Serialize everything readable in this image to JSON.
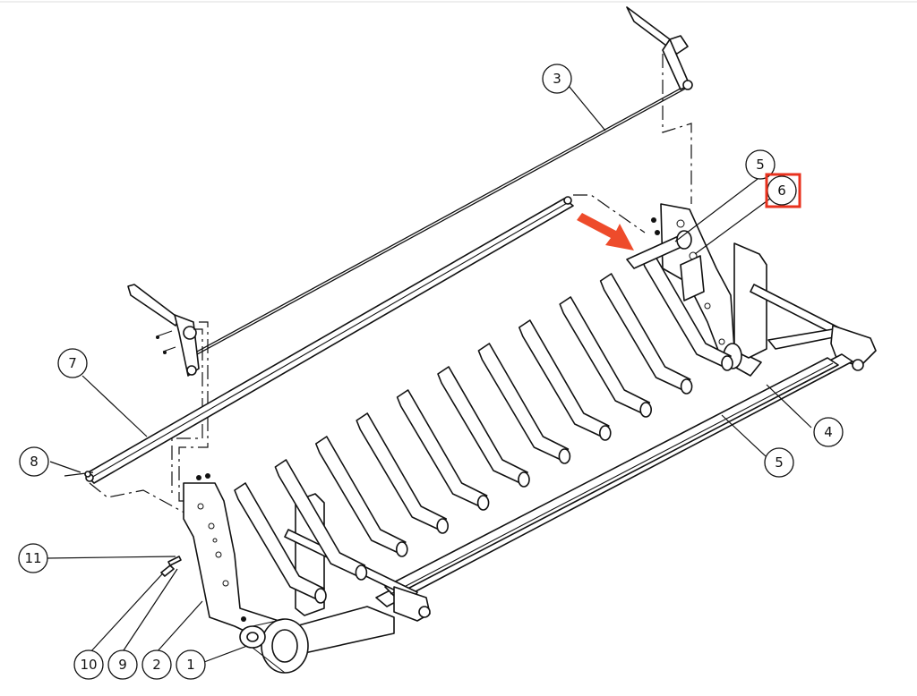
{
  "callouts": [
    {
      "id": "c3",
      "label": "3"
    },
    {
      "id": "c5a",
      "label": "5"
    },
    {
      "id": "c6",
      "label": "6",
      "highlighted": true
    },
    {
      "id": "c7",
      "label": "7"
    },
    {
      "id": "c8",
      "label": "8"
    },
    {
      "id": "c4",
      "label": "4"
    },
    {
      "id": "c5b",
      "label": "5"
    },
    {
      "id": "c11",
      "label": "11"
    },
    {
      "id": "c10",
      "label": "10"
    },
    {
      "id": "c9",
      "label": "9"
    },
    {
      "id": "c2",
      "label": "2"
    },
    {
      "id": "c1",
      "label": "1"
    }
  ],
  "colors": {
    "highlight": "#e8321e",
    "arrow": "#ee4b2b",
    "line": "#111111",
    "background": "#ffffff"
  }
}
